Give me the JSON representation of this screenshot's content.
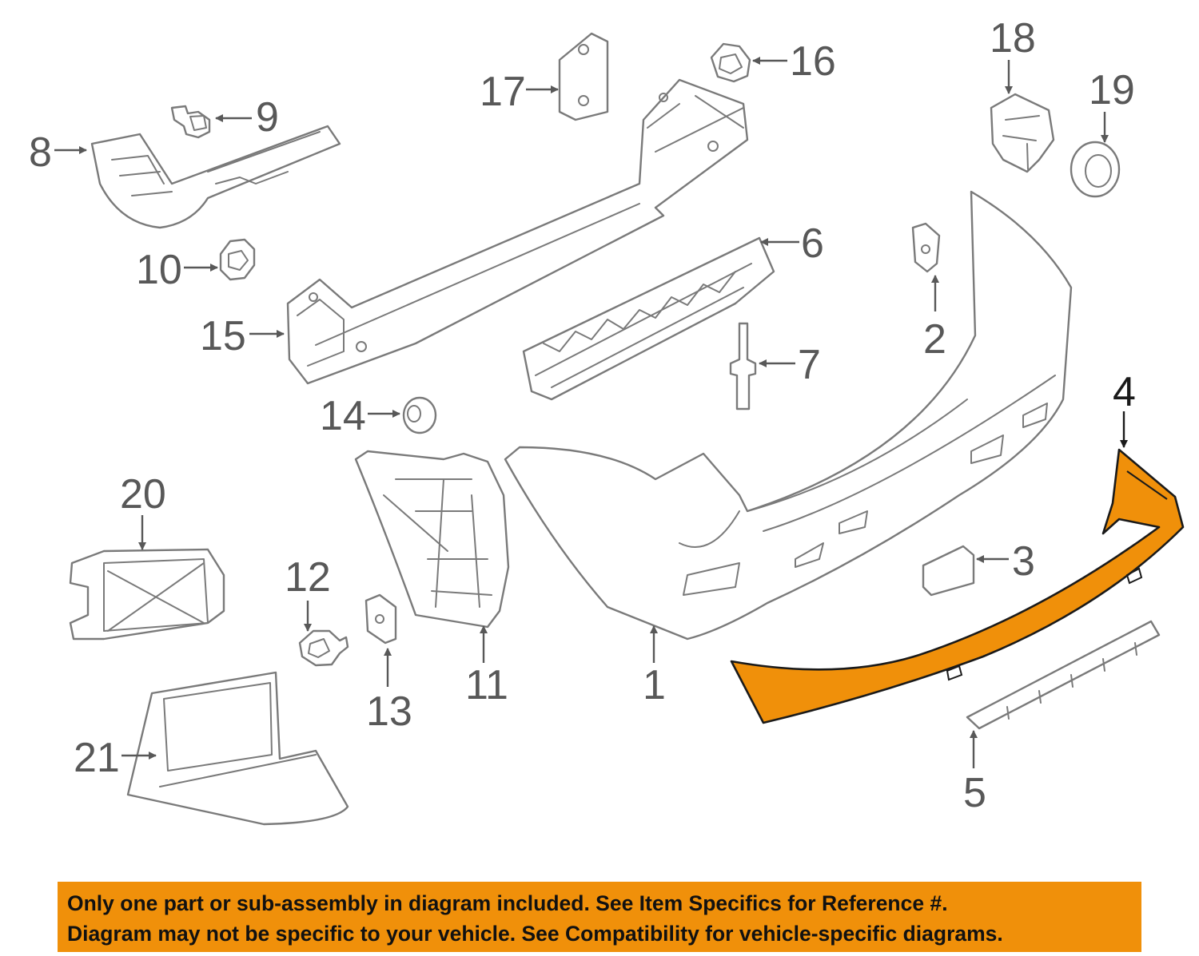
{
  "callouts": {
    "c1": "1",
    "c2": "2",
    "c3": "3",
    "c4": "4",
    "c5": "5",
    "c6": "6",
    "c7": "7",
    "c8": "8",
    "c9": "9",
    "c10": "10",
    "c11": "11",
    "c12": "12",
    "c13": "13",
    "c14": "14",
    "c15": "15",
    "c16": "16",
    "c17": "17",
    "c18": "18",
    "c19": "19",
    "c20": "20",
    "c21": "21"
  },
  "highlighted_part": "4",
  "colors": {
    "highlight_fill": "#f0900a",
    "notice_background": "#f0900a",
    "line_art": "#7a7a7a",
    "label_text": "#585858"
  },
  "notice": {
    "line1": "Only one part or sub-assembly in diagram included. See Item Specifics for Reference #.",
    "line2": "Diagram may not be specific to your vehicle. See Compatibility for vehicle-specific diagrams."
  }
}
